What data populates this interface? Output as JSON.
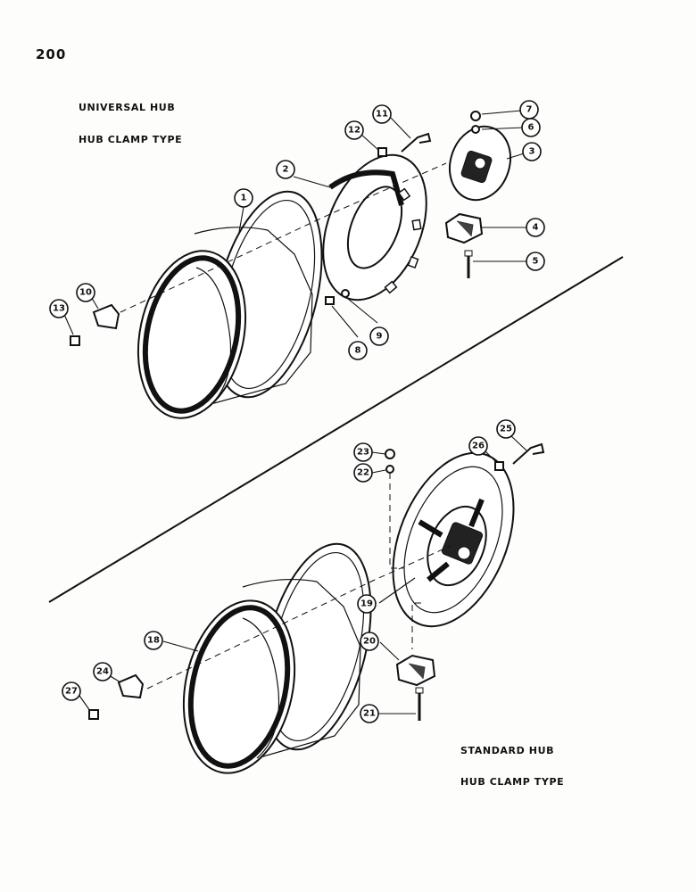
{
  "page_number": "200",
  "upper_section": {
    "title": "UNIVERSAL HUB",
    "subtitle": "HUB CLAMP TYPE"
  },
  "lower_section": {
    "title": "STANDARD HUB",
    "subtitle": "HUB CLAMP TYPE"
  },
  "callouts": [
    "1",
    "2",
    "3",
    "4",
    "5",
    "6",
    "7",
    "8",
    "9",
    "10",
    "11",
    "12",
    "13",
    "18",
    "19",
    "20",
    "21",
    "22",
    "23",
    "24",
    "25",
    "26",
    "27"
  ]
}
